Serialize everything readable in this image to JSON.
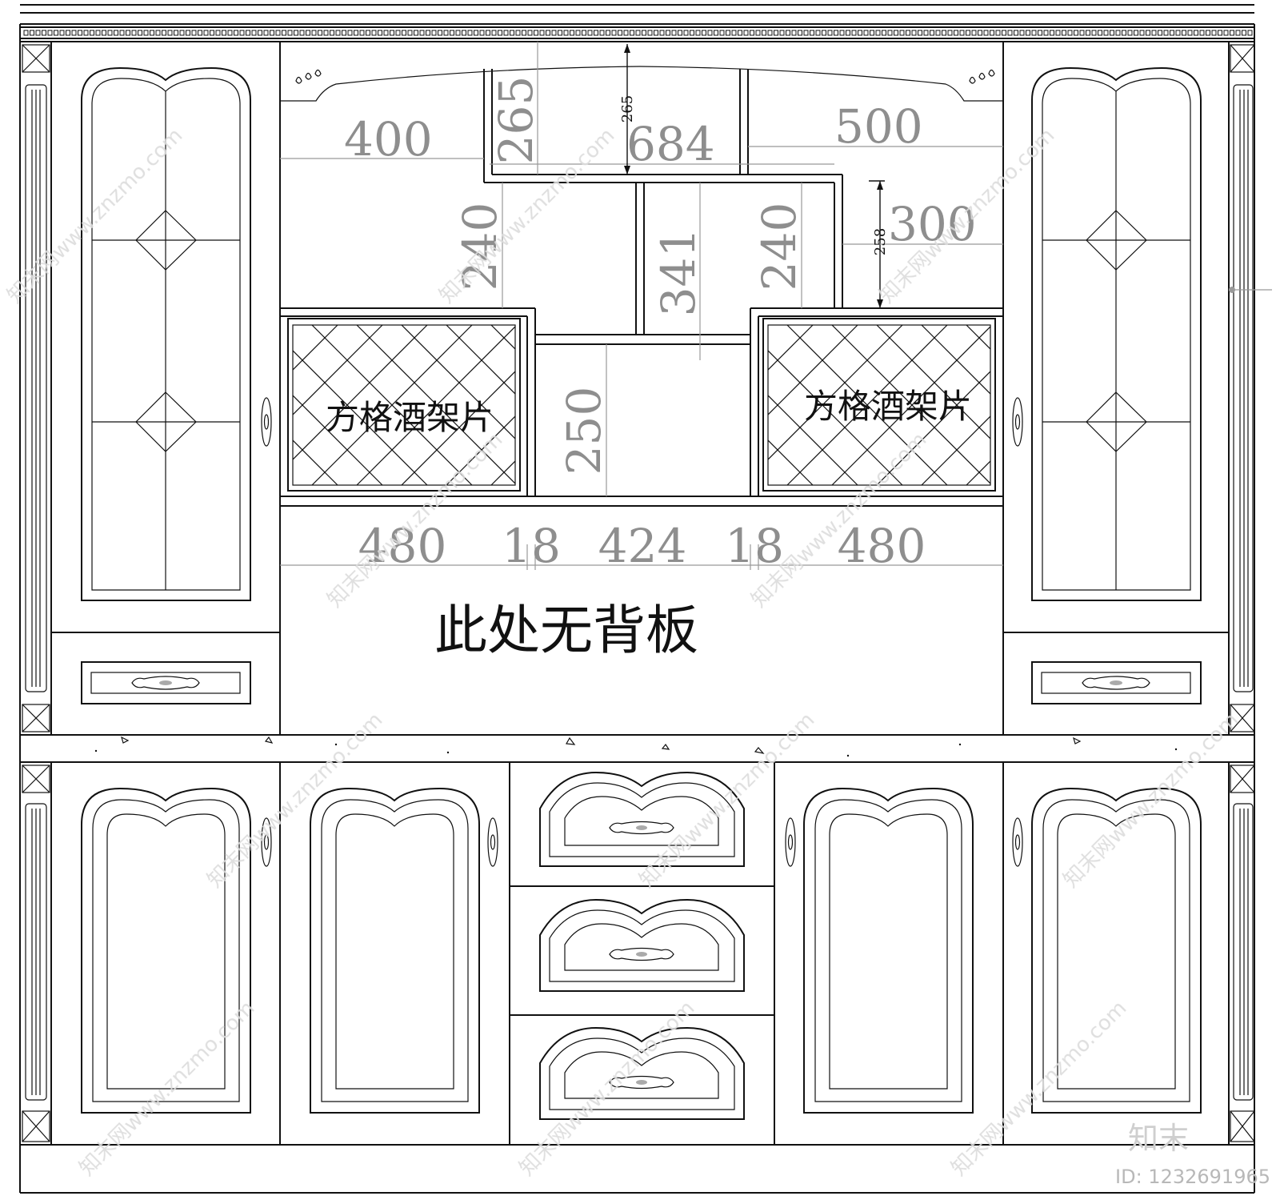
{
  "dimensions": {
    "d400": "400",
    "d265a": "265",
    "d265b": "265",
    "d684": "684",
    "d500": "500",
    "d240a": "240",
    "d341": "341",
    "d240b": "240",
    "d258": "258",
    "d300": "300",
    "d250": "250",
    "d480a": "480",
    "d18a": "18",
    "d424": "424",
    "d18b": "18",
    "d480b": "480"
  },
  "labels": {
    "wine_rack_left": "方格酒架片",
    "wine_rack_right": "方格酒架片",
    "no_back_panel": "此处无背板"
  },
  "watermark": {
    "text": "知末网www.znzmo.com",
    "logo": "知末",
    "id": "ID: 1232691965"
  },
  "colors": {
    "line": "#111111",
    "dimension": "#8e8e8e",
    "watermark": "#dcdcdc"
  }
}
